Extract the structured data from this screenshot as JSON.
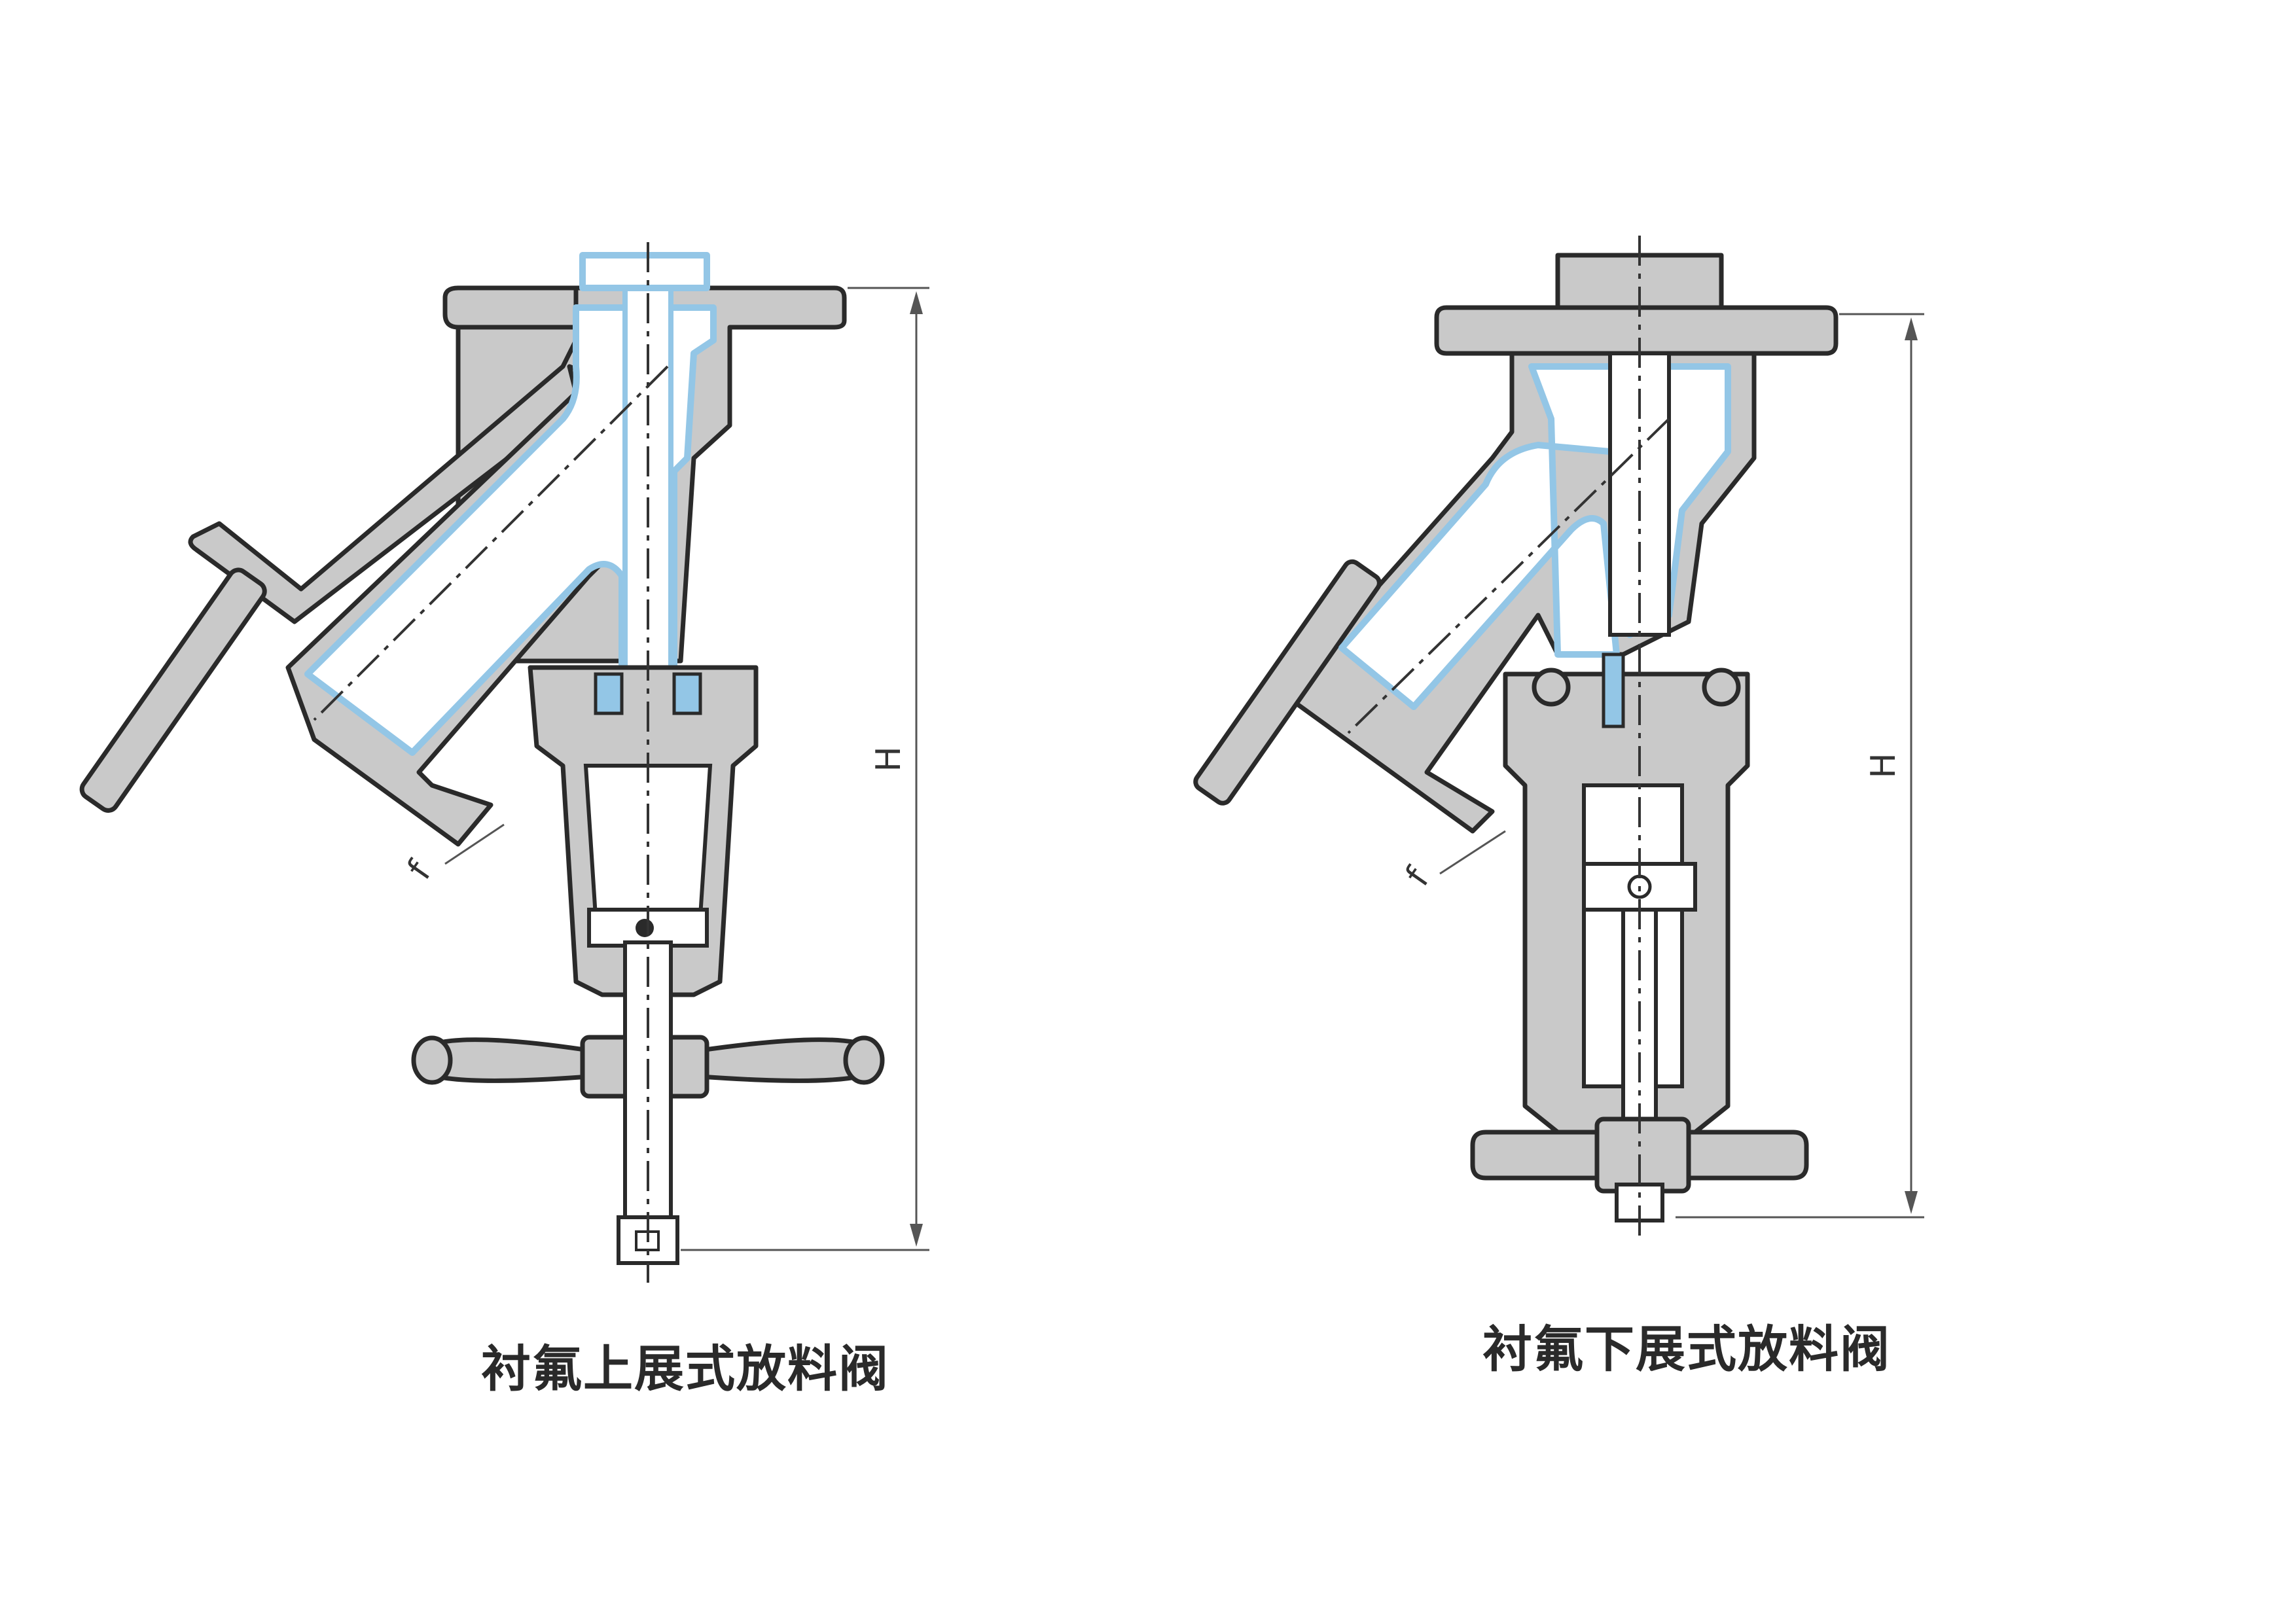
{
  "figures": [
    {
      "caption": "衬氟上展式放料阀",
      "dimension_labels": {
        "height": "H",
        "thickness": "f"
      }
    },
    {
      "caption": "衬氟下展式放料阀",
      "dimension_labels": {
        "height": "H",
        "thickness": "f"
      }
    }
  ],
  "colors": {
    "body_fill": "#c9c9c9",
    "outline": "#2a2a2a",
    "ptfe_lining": "#93c6e6",
    "background": "#ffffff"
  }
}
